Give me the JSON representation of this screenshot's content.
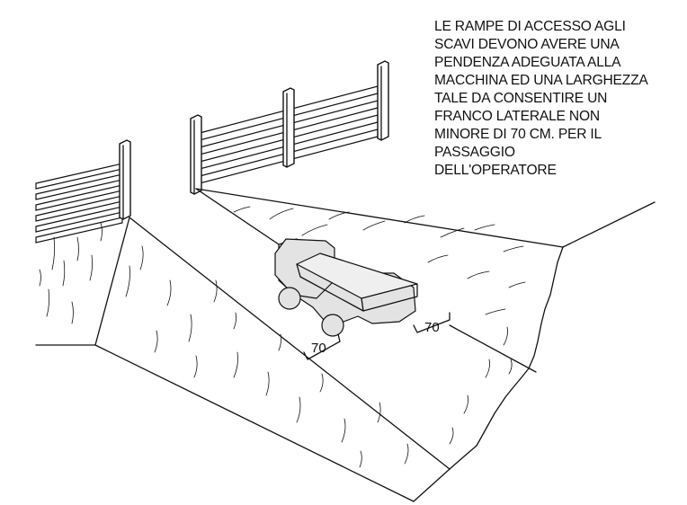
{
  "note": {
    "lines": [
      "LE   RAMPE DI ACCESSO AGLI",
      "SCAVI DEVONO AVERE UNA",
      "PENDENZA ADEGUATA ALLA",
      "MACCHINA ED UNA LARGHEZZA",
      "TALE DA CONSENTIRE UN",
      "FRANCO LATERALE NON",
      "MINORE DI 70 CM. PER IL",
      "PASSAGGIO",
      "DELL'OPERATORE"
    ]
  },
  "dimensions": {
    "left_clearance": "70",
    "right_clearance": "70"
  }
}
